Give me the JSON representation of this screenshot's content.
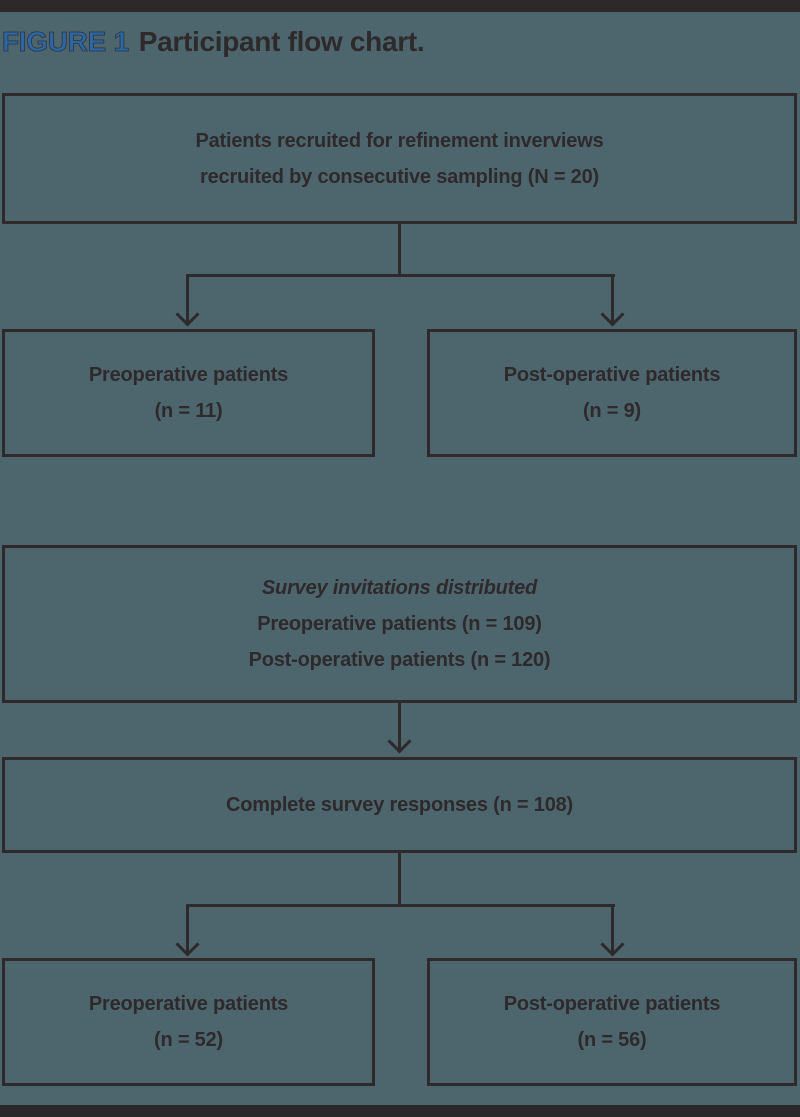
{
  "caption": {
    "label": "FIGURE 1",
    "text": "Participant flow chart."
  },
  "boxes": {
    "recruited": {
      "lines": [
        "Patients recruited for refinement inverviews",
        "recruited by consecutive sampling (N = 20)"
      ]
    },
    "preop_interviews": {
      "lines": [
        "Preoperative patients",
        "(n = 11)"
      ]
    },
    "postop_interviews": {
      "lines": [
        "Post-operative patients",
        "(n = 9)"
      ]
    },
    "invitations": {
      "heading": "Survey invitations distributed",
      "lines": [
        "Preoperative patients (n = 109)",
        "Post-operative patients (n = 120)"
      ]
    },
    "complete_responses": {
      "lines": [
        "Complete survey responses (n = 108)"
      ]
    },
    "preop_survey": {
      "lines": [
        "Preoperative patients",
        "(n = 52)"
      ]
    },
    "postop_survey": {
      "lines": [
        "Post-operative patients",
        "(n = 56)"
      ]
    }
  },
  "colors": {
    "background": "#4d666e",
    "ink": "#2e292b",
    "figure_label_blue": "#2b66a6",
    "rule_bar": "#2d292b"
  }
}
